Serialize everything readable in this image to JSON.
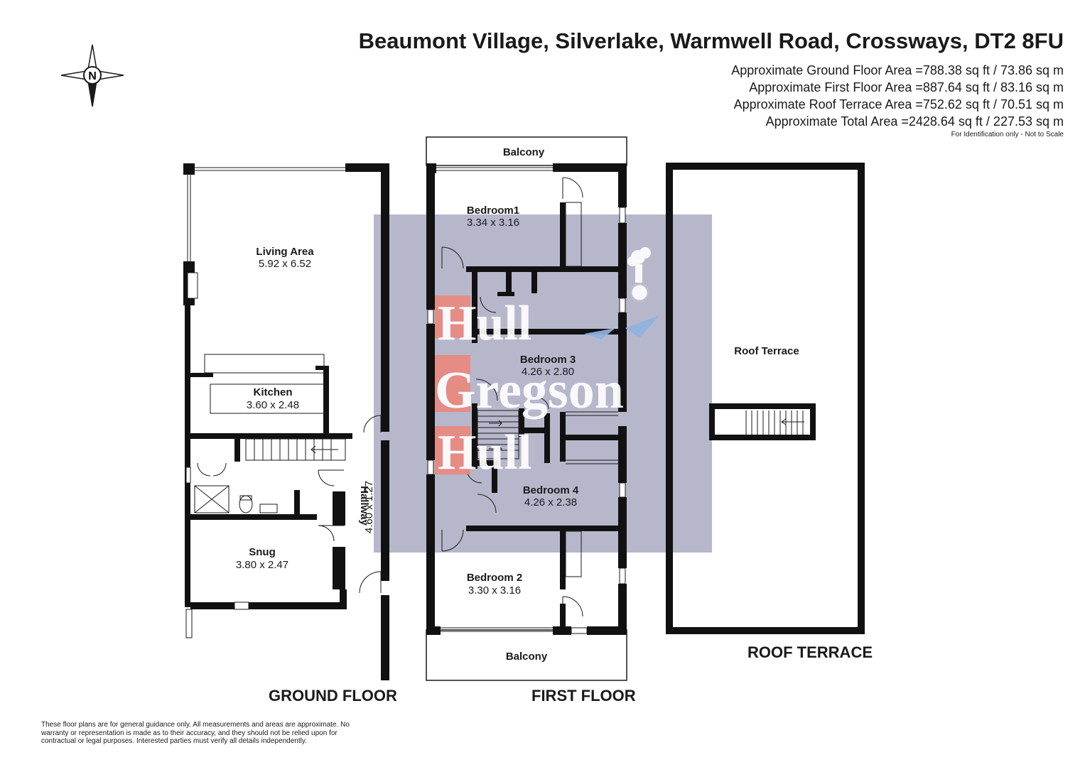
{
  "header": {
    "title": "Beaumont Village, Silverlake, Warmwell Road, Crossways, DT2 8FU",
    "areas": [
      "Approximate Ground Floor Area =788.38 sq ft / 73.86 sq m",
      "Approximate First Floor Area =887.64 sq ft / 83.16 sq m",
      "Approximate Roof Terrace Area =752.62 sq ft / 70.51 sq m",
      "Approximate Total Area =2428.64 sq ft / 227.53 sq m"
    ],
    "scale_note": "For Identification only - Not to Scale"
  },
  "compass": {
    "letter": "N"
  },
  "watermark": {
    "line1": "Hull",
    "line2": "Gregson",
    "line3": "Hull",
    "color_bg": "#b7b7cc",
    "color_text": "#e9897f"
  },
  "rooms": {
    "living": {
      "name": "Living Area",
      "dims": "5.92 x 6.52"
    },
    "kitchen": {
      "name": "Kitchen",
      "dims": "3.60 x 2.48"
    },
    "snug": {
      "name": "Snug",
      "dims": "3.80 x 2.47"
    },
    "hallway": {
      "name": "Hallway",
      "dims": "4.60 x 1.27"
    },
    "balcony_top": {
      "name": "Balcony"
    },
    "bedroom1": {
      "name": "Bedroom1",
      "dims": "3.34 x 3.16"
    },
    "bedroom3": {
      "name": "Bedroom 3",
      "dims": "4.26 x 2.80"
    },
    "bedroom4": {
      "name": "Bedroom 4",
      "dims": "4.26 x 2.38"
    },
    "bedroom2": {
      "name": "Bedroom 2",
      "dims": "3.30 x 3.16"
    },
    "balcony_bottom": {
      "name": "Balcony"
    },
    "roof_terrace": {
      "name": "Roof Terrace"
    }
  },
  "floors": {
    "ground": "GROUND FLOOR",
    "first": "FIRST FLOOR",
    "roof": "ROOF TERRACE"
  },
  "disclaimer": "These floor plans are for general guidance only. All measurements and areas are approximate. No warranty or representation is made as to their accuracy, and they should not be relied upon for contractual or legal purposes. Interested parties must verify all details independently."
}
